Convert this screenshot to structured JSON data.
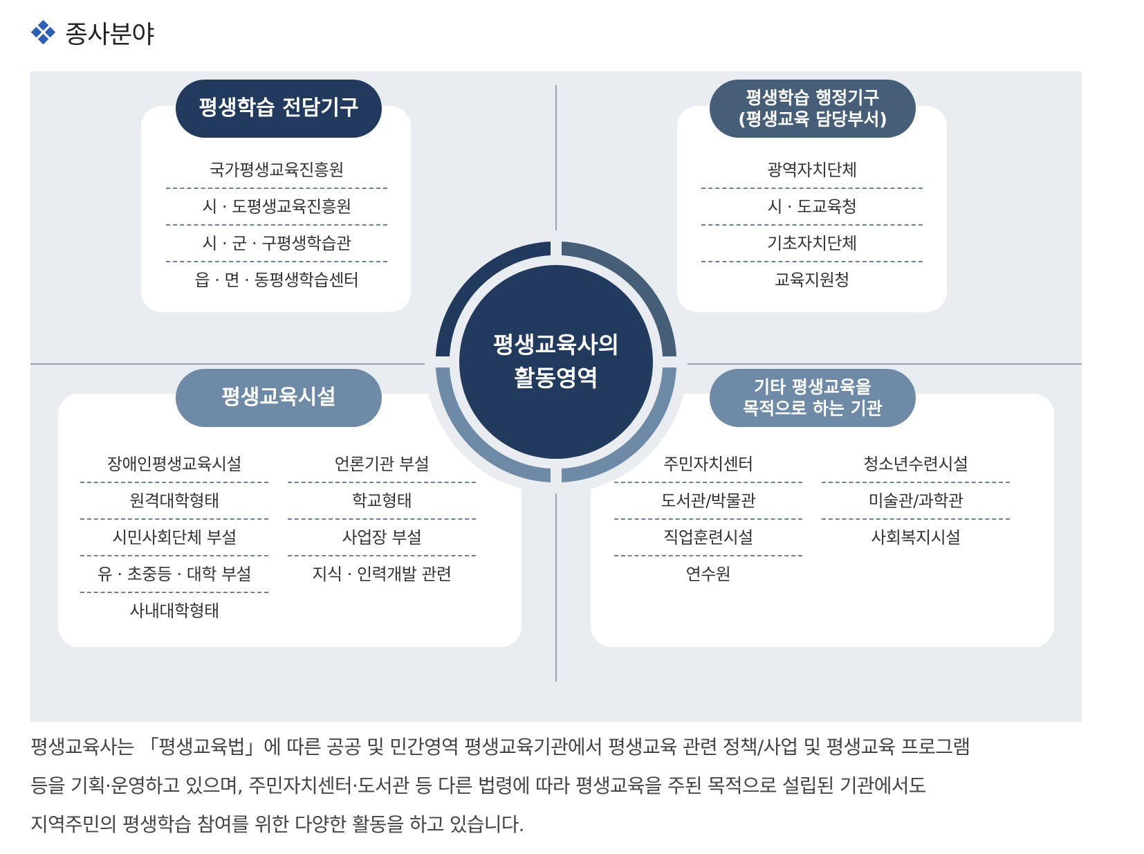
{
  "heading": {
    "title": "종사분야",
    "icon": "diamond-cluster-icon"
  },
  "colors": {
    "navy": "#223a5e",
    "slate": "#465e78",
    "steel": "#6e8aa6",
    "panel_bg": "#e9ecf1",
    "axis": "#9aa2ae",
    "bullet_blue": "#2f5fb3"
  },
  "center": {
    "line1": "평생교육사의",
    "line2": "활동영역"
  },
  "quadrants": {
    "top_left": {
      "title": [
        "평생학습 전담기구"
      ],
      "items": [
        "국가평생교육진흥원",
        "시 · 도평생교육진흥원",
        "시 · 군 · 구평생학습관",
        "읍 · 면 · 동평생학습센터"
      ]
    },
    "top_right": {
      "title": [
        "평생학습 행정기구",
        "(평생교육 담당부서)"
      ],
      "items": [
        "광역자치단체",
        "시 · 도교육청",
        "기초자치단체",
        "교육지원청"
      ]
    },
    "bottom_left": {
      "title": [
        "평생교육시설"
      ],
      "col1": [
        "장애인평생교육시설",
        "원격대학형태",
        "시민사회단체 부설",
        "유 · 초중등 · 대학 부설",
        "사내대학형태"
      ],
      "col2": [
        "언론기관 부설",
        "학교형태",
        "사업장 부설",
        "지식 · 인력개발 관련"
      ]
    },
    "bottom_right": {
      "title": [
        "기타 평생교육을",
        "목적으로 하는 기관"
      ],
      "col1": [
        "주민자치센터",
        "도서관/박물관",
        "직업훈련시설",
        "연수원"
      ],
      "col2": [
        "청소년수련시설",
        "미술관/과학관",
        "사회복지시설"
      ]
    }
  },
  "description": [
    "평생교육사는 「평생교육법」에 따른 공공 및 민간영역 평생교육기관에서 평생교육 관련 정책/사업 및 평생교육 프로그램",
    "등을 기획·운영하고 있으며, 주민자치센터·도서관 등 다른 법령에 따라 평생교육을 주된 목적으로 설립된 기관에서도",
    "지역주민의 평생학습 참여를 위한 다양한 활동을 하고 있습니다."
  ]
}
